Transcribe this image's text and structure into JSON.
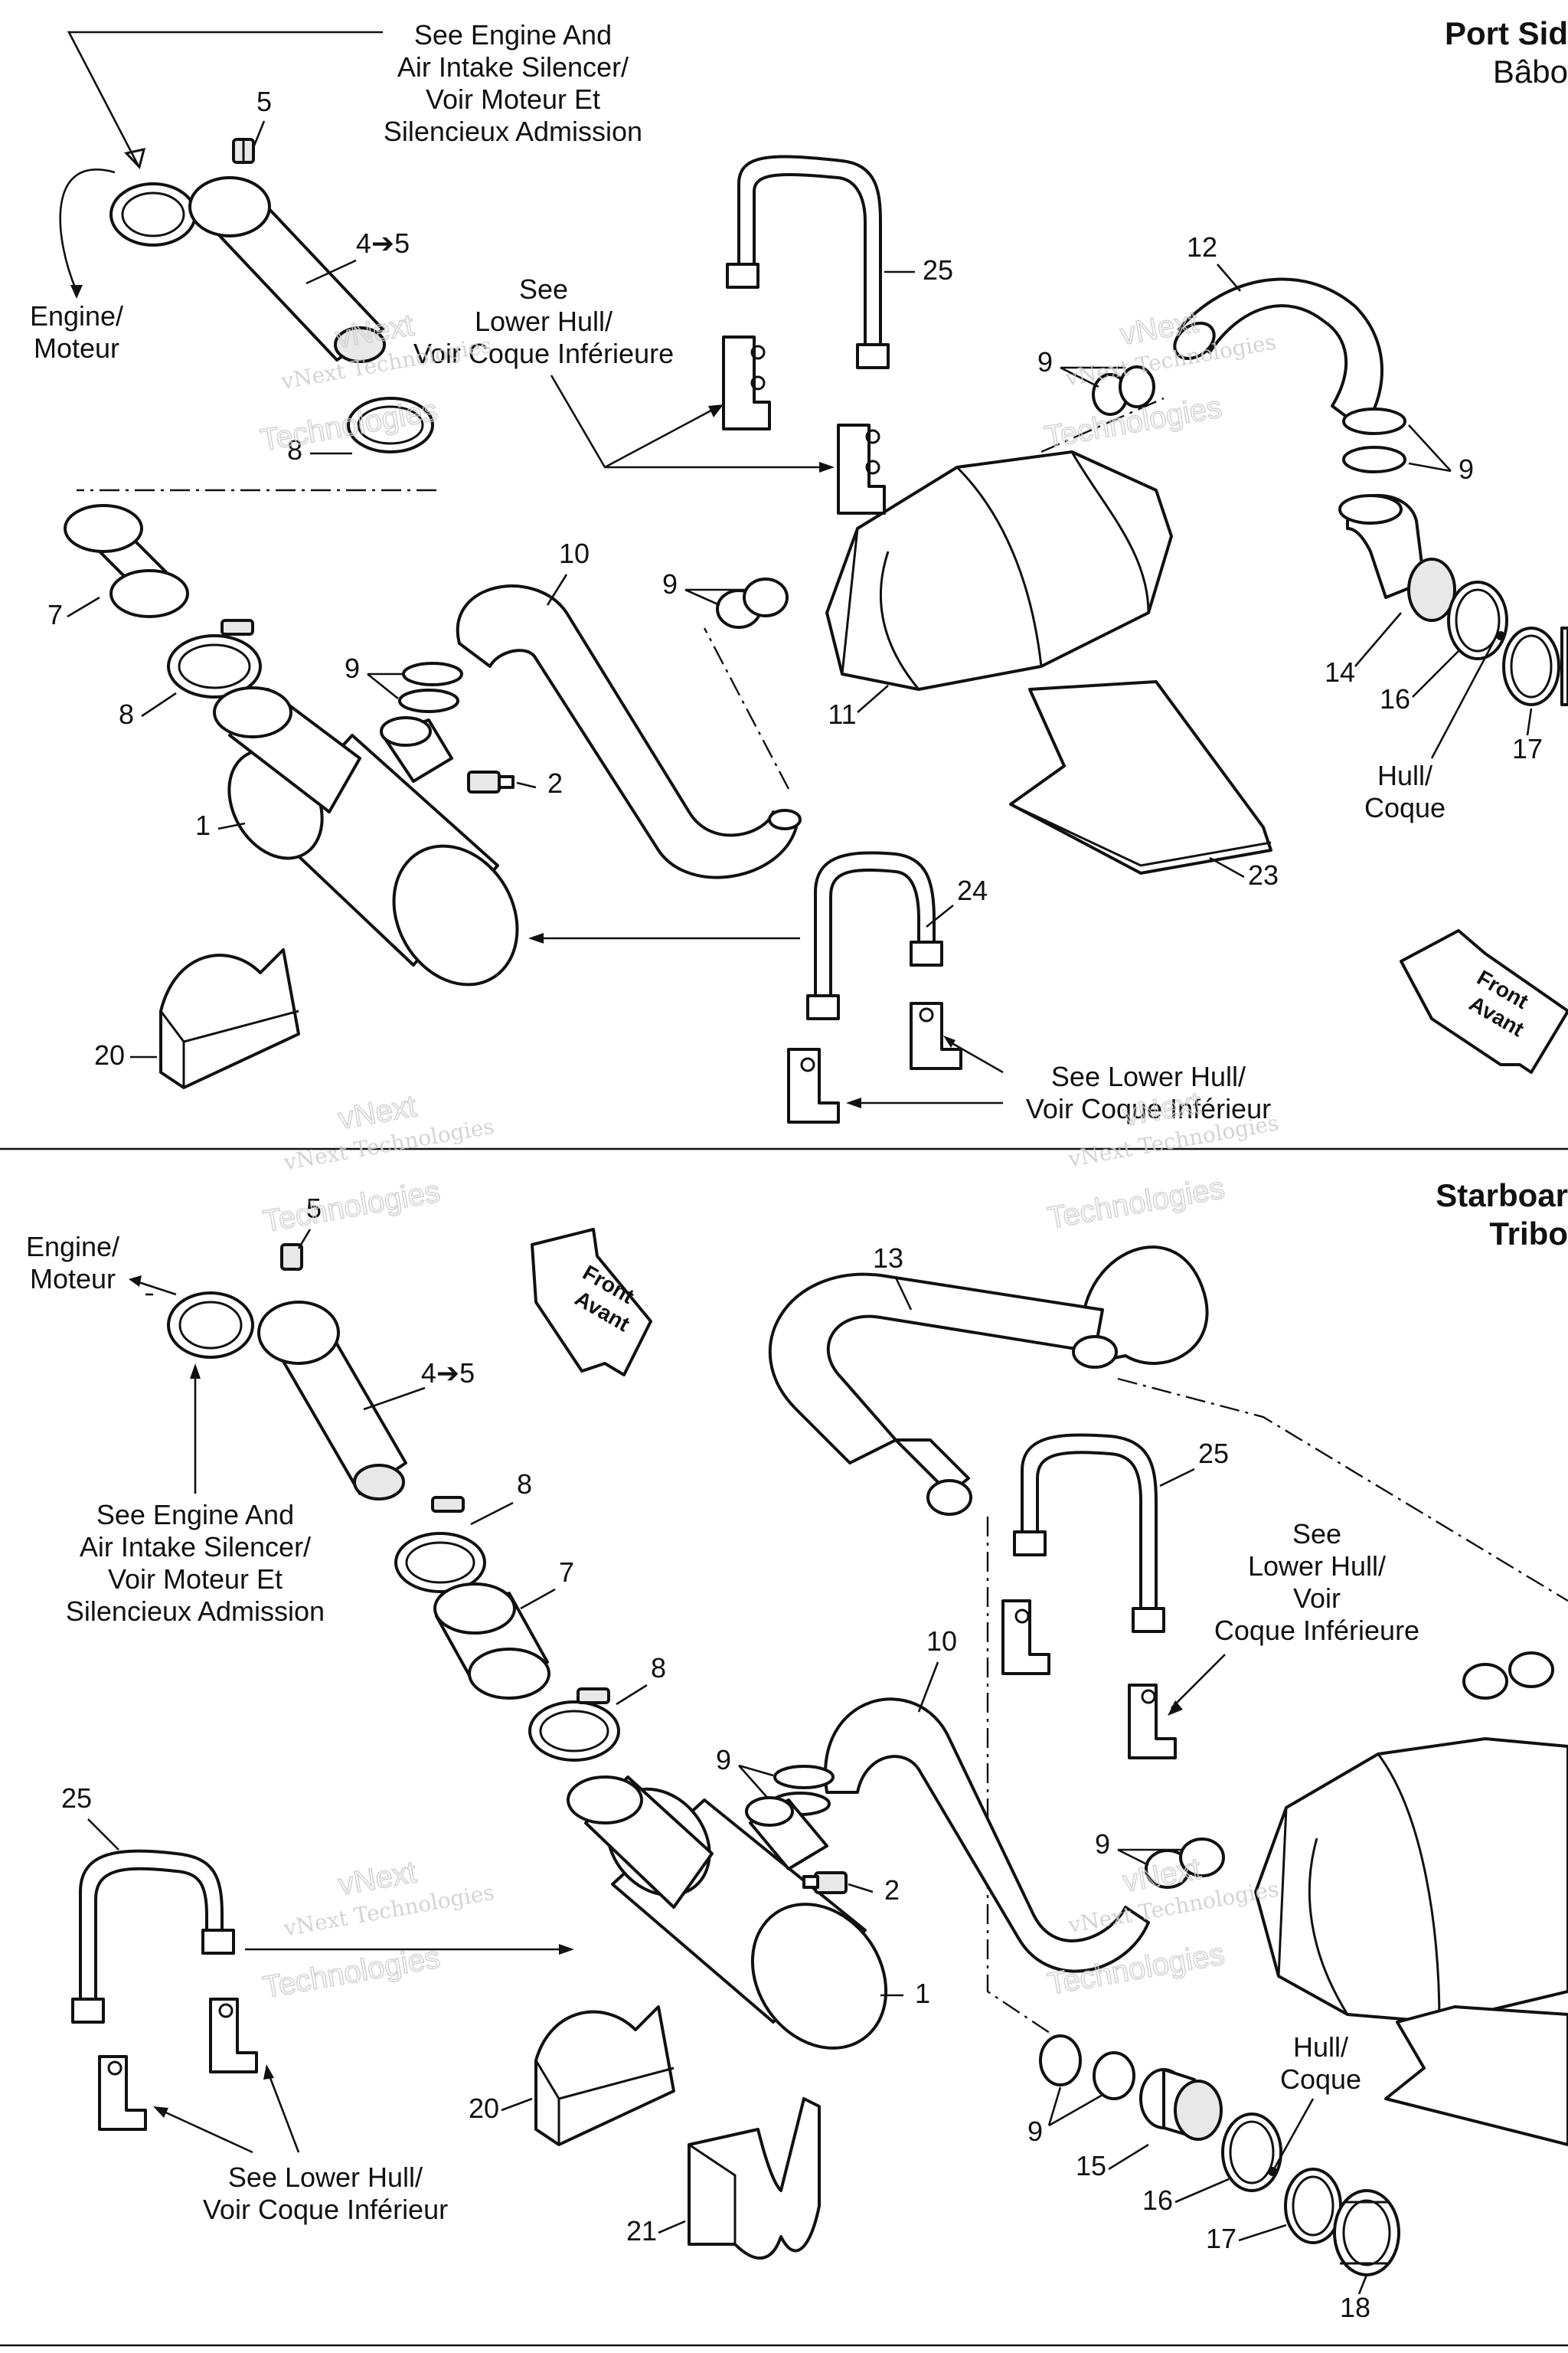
{
  "port_section": {
    "title": "Port Sid",
    "subtitle": "Bâbo",
    "front_arrow": [
      "Front",
      "Avant"
    ],
    "notes": {
      "engine_air_intake": [
        "See Engine And",
        "Air Intake Silencer/",
        "Voir Moteur Et",
        "Silencieux Admission"
      ],
      "engine": [
        "Engine/",
        "Moteur"
      ],
      "lower_hull_top": [
        "See",
        "Lower Hull/",
        "Voir Coque Inférieure"
      ],
      "hull": [
        "Hull/",
        "Coque"
      ],
      "lower_hull_bottom": [
        "See Lower Hull/",
        "Voir Coque Inférieur"
      ]
    },
    "callouts": [
      "5",
      "4➔5",
      "8",
      "7",
      "8",
      "9",
      "1",
      "2",
      "10",
      "9",
      "11",
      "25",
      "12",
      "9",
      "9",
      "14",
      "16",
      "17",
      "23",
      "24",
      "20"
    ]
  },
  "starboard_section": {
    "title": "Starboar",
    "subtitle": "Tribo",
    "front_arrow": [
      "Front",
      "Avant"
    ],
    "notes": {
      "engine": [
        "Engine/",
        "Moteur"
      ],
      "engine_air_intake": [
        "See Engine And",
        "Air Intake Silencer/",
        "Voir Moteur Et",
        "Silencieux Admission"
      ],
      "lower_hull_right": [
        "See",
        "Lower Hull/",
        "Voir",
        "Coque Inférieure"
      ],
      "hull": [
        "Hull/",
        "Coque"
      ],
      "lower_hull_bottom": [
        "See Lower Hull/",
        "Voir Coque Inférieur"
      ]
    },
    "callouts": [
      "5",
      "4➔5",
      "13",
      "25",
      "8",
      "7",
      "8",
      "10",
      "9",
      "2",
      "1",
      "25",
      "9",
      "9",
      "15",
      "16",
      "17",
      "18",
      "20",
      "21"
    ]
  },
  "watermark": [
    "vNext",
    "vNext Technologies",
    "Technologies"
  ]
}
